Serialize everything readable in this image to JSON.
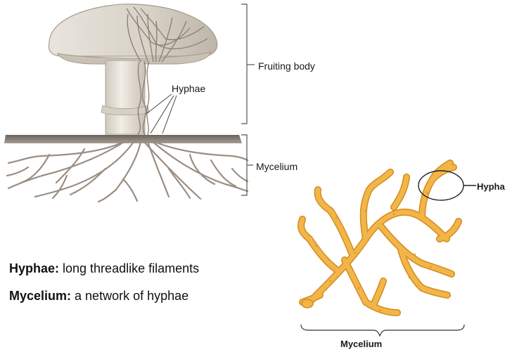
{
  "labels": {
    "fruiting_body": "Fruiting body",
    "mycelium": "Mycelium",
    "hyphae": "Hyphae",
    "hyphae_right": "Hypha",
    "mycelium_right": "Mycelium"
  },
  "definitions": [
    {
      "term": "Hyphae:",
      "text": " long threadlike filaments"
    },
    {
      "term": "Mycelium:",
      "text": " a network of hyphae"
    }
  ],
  "colors": {
    "cap": "#ddd8cf",
    "cap_shade": "#b9b2a6",
    "stalk": "#e6e1d8",
    "hyphae_thread": "#8a7d70",
    "soil": "#7a716a",
    "roots": "#9b8e82",
    "mycelium_orange": "#f2b648",
    "mycelium_edge": "#d58a1f",
    "bracket": "#555555"
  }
}
